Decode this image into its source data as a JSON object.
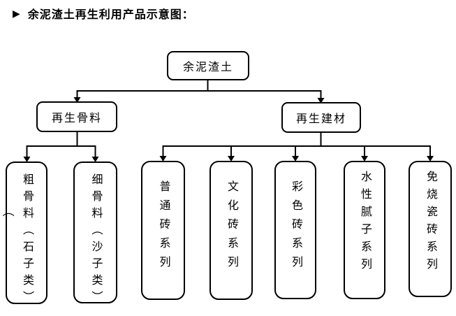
{
  "title": {
    "bullet": "▶",
    "text": "余泥渣土再生利用产品示意图："
  },
  "colors": {
    "ink": "#000000",
    "background": "#ffffff"
  },
  "diagram": {
    "root": {
      "label": "余泥渣土"
    },
    "branches": [
      {
        "label": "再生骨料"
      },
      {
        "label": "再生建材"
      }
    ],
    "aggregate_products": [
      {
        "label": "粗骨料（石子类）",
        "stray_paren": "（"
      },
      {
        "label": "细骨料（沙子类）"
      }
    ],
    "material_products": [
      {
        "label": "普通砖系列"
      },
      {
        "label": "文化砖系列"
      },
      {
        "label": "彩色砖系列"
      },
      {
        "label": "水性腻子系列"
      },
      {
        "label": "免烧瓷砖系列"
      }
    ]
  }
}
